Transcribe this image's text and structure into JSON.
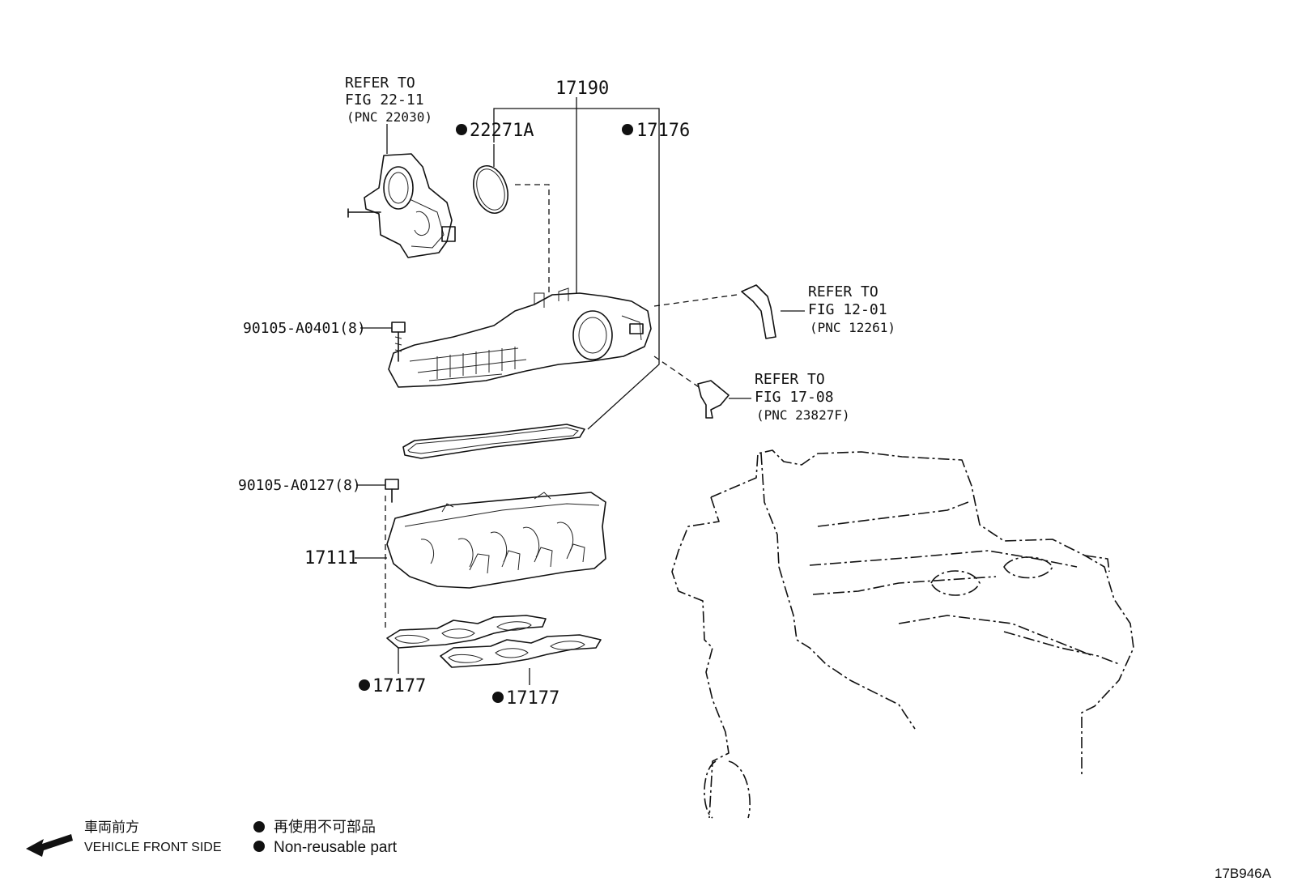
{
  "references": {
    "throttle": {
      "line1": "REFER TO",
      "line2": "FIG 22-11",
      "line3": "(PNC 22030)"
    },
    "hose1": {
      "line1": "REFER TO",
      "line2": "FIG 12-01",
      "line3": "(PNC 12261)"
    },
    "hose2": {
      "line1": "REFER TO",
      "line2": "FIG 17-08",
      "line3": "(PNC 23827F)"
    }
  },
  "parts": {
    "p17190": "17190",
    "p22271a": "22271A",
    "p17176": "17176",
    "bolt1": "90105-A0401(8)",
    "bolt2": "90105-A0127(8)",
    "p17111": "17111",
    "gasket_left": "17177",
    "gasket_right": "17177"
  },
  "legend": {
    "front_jp": "車両前方",
    "front_en": "VEHICLE FRONT SIDE",
    "nonreusable_jp": "再使用不可部品",
    "nonreusable_en": "Non-reusable part"
  },
  "figure_id": "17B946A"
}
